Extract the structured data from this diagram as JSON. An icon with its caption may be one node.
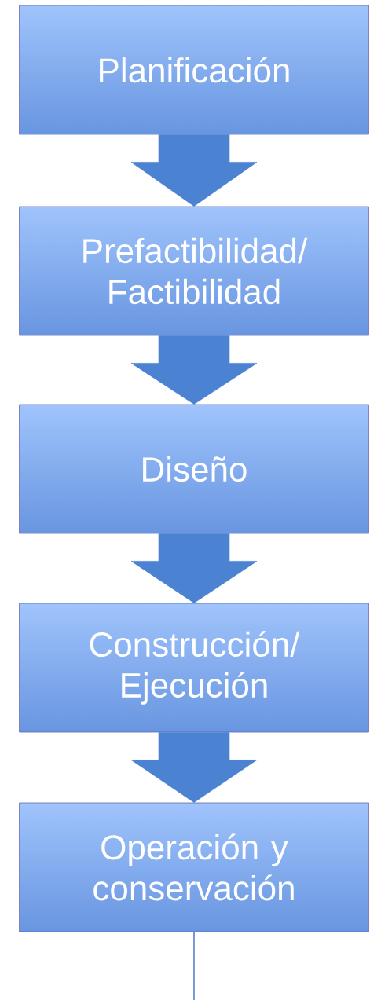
{
  "diagram": {
    "nodes": [
      {
        "text": [
          "Planificación"
        ]
      },
      {
        "text": [
          "Prefactibilidad/ Factibilidad"
        ]
      },
      {
        "text": [
          "Diseño"
        ]
      },
      {
        "text": [
          "Construcción/ Ejecución"
        ]
      },
      {
        "text": [
          "Operación y conservación"
        ]
      }
    ],
    "edges": [
      {
        "from": 0,
        "to": 1,
        "arrow": "to"
      },
      {
        "from": 1,
        "to": 2,
        "arrow": "to"
      },
      {
        "from": 2,
        "to": 3,
        "arrow": "to"
      },
      {
        "from": 3,
        "to": 4,
        "arrow": "to"
      },
      {
        "from": 4,
        "to": null,
        "arrow": "none"
      }
    ]
  }
}
